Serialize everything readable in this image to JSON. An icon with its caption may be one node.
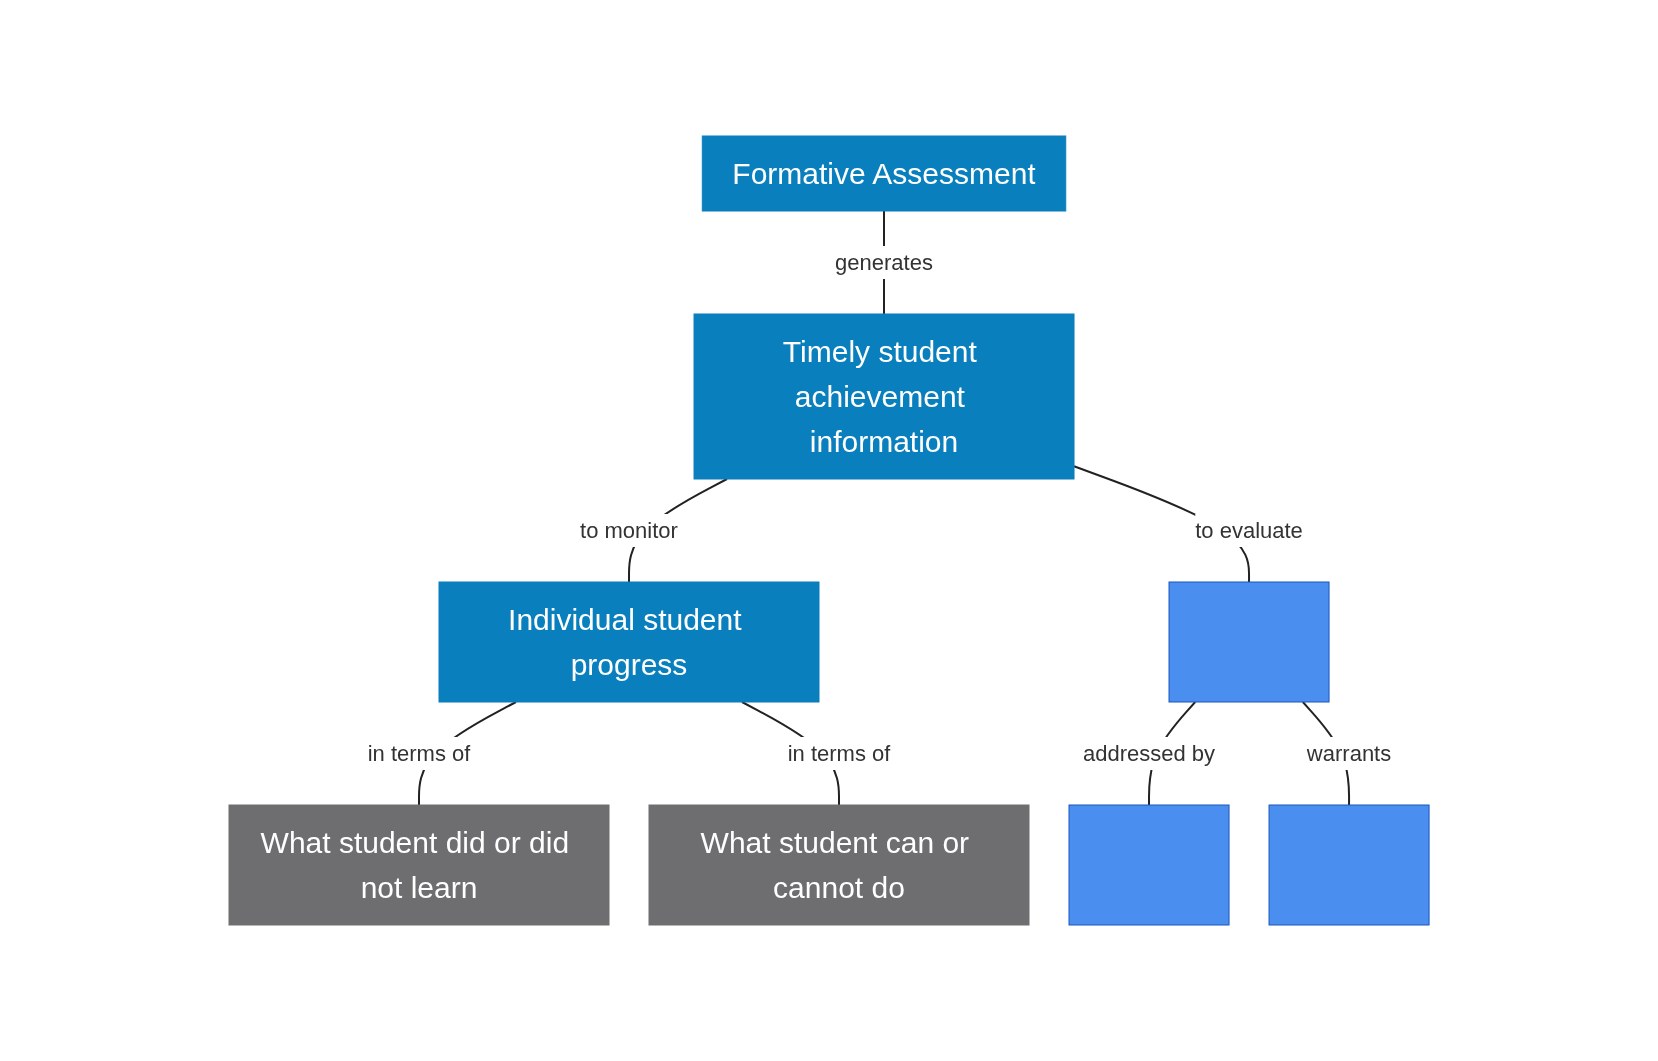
{
  "diagram": {
    "nodes": [
      {
        "text": [
          "Formative Assessment"
        ]
      },
      {
        "text": [
          "Timely student achievement information"
        ]
      },
      {
        "text": [
          "Individual student progress"
        ]
      },
      {
        "text": [],
        "shape": "box"
      },
      {
        "text": [
          "What student did or did not learn"
        ]
      },
      {
        "text": [
          "What student can or cannot do"
        ]
      },
      {
        "text": [],
        "shape": "box"
      },
      {
        "text": [],
        "shape": "box"
      }
    ],
    "edges": [
      {
        "from": 0,
        "to": 1,
        "arrow": "none",
        "label": "generates"
      },
      {
        "from": 1,
        "to": 2,
        "arrow": "none",
        "label": "to monitor"
      },
      {
        "from": 1,
        "to": 3,
        "arrow": "none",
        "label": "to evaluate"
      },
      {
        "from": 2,
        "to": 4,
        "arrow": "none",
        "label": "in terms of"
      },
      {
        "from": 2,
        "to": 5,
        "arrow": "none",
        "label": "in terms of"
      },
      {
        "from": 3,
        "to": 6,
        "arrow": "none",
        "label": "addressed by"
      },
      {
        "from": 3,
        "to": 7,
        "arrow": "none",
        "label": "warrants"
      }
    ]
  }
}
